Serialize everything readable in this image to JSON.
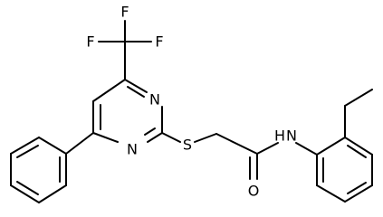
{
  "molecule": {
    "atoms": [
      {
        "id": "F1",
        "label": "F"
      },
      {
        "id": "F2",
        "label": "F"
      },
      {
        "id": "F3",
        "label": "F"
      },
      {
        "id": "N1",
        "label": "N"
      },
      {
        "id": "N2",
        "label": "N"
      },
      {
        "id": "S",
        "label": "S"
      },
      {
        "id": "O",
        "label": "O"
      },
      {
        "id": "NH",
        "label": "N"
      },
      {
        "id": "H",
        "label": "H"
      }
    ]
  }
}
